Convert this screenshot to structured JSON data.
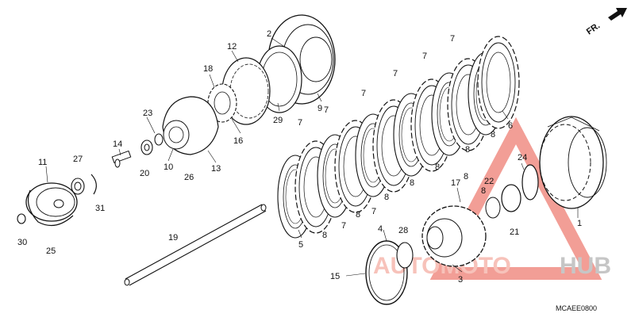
{
  "diagram": {
    "fr_label": "FR.",
    "drawing_code": "MCAEE0800",
    "watermark_part1": "AUTOMOTO",
    "watermark_part2": "HUB",
    "callouts": [
      "1",
      "2",
      "3",
      "4",
      "5",
      "6",
      "7",
      "7",
      "7",
      "7",
      "7",
      "7",
      "7",
      "7",
      "8",
      "8",
      "8",
      "8",
      "8",
      "8",
      "8",
      "8",
      "8",
      "9",
      "10",
      "11",
      "12",
      "13",
      "14",
      "15",
      "16",
      "17",
      "18",
      "19",
      "20",
      "21",
      "22",
      "23",
      "24",
      "25",
      "26",
      "27",
      "28",
      "29",
      "30",
      "31"
    ],
    "colors": {
      "line": "#111111",
      "watermark_red": "#e2301f",
      "watermark_grey": "#9c9c9c"
    }
  }
}
